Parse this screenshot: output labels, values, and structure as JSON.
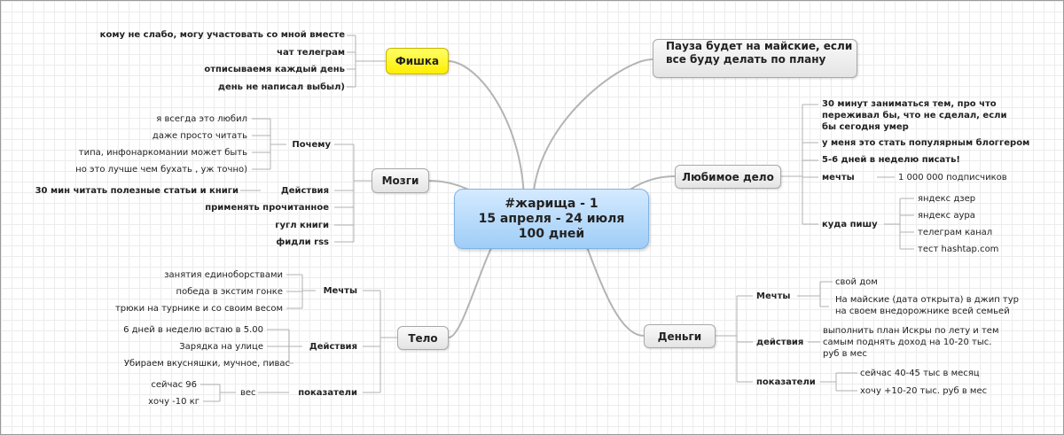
{
  "central": {
    "line1": "#жарища - 1",
    "line2": "15 апреля - 24 июля",
    "line3": "100 дней"
  },
  "fishka": {
    "label": "Фишка",
    "items": [
      "кому не слабо, могу участовать со мной вместе",
      "чат телеграм",
      "отписываемя каждый день",
      "день не написал выбыл)"
    ]
  },
  "pause": {
    "line1": "Пауза будет на майские, если",
    "line2": "все буду делать по плану"
  },
  "mozgi": {
    "label": "Мозги",
    "pochemu": {
      "label": "Почему",
      "items": [
        "я всегда это любил",
        "даже просто читать",
        "типа, инфонаркомании может быть",
        "но это лучше чем бухать , уж точно)"
      ]
    },
    "deystviya": {
      "label": "Действия",
      "item": "30 мин читать полезные статьи и книги"
    },
    "others": [
      "применять прочитанное",
      "гугл книги",
      "фидли rss"
    ]
  },
  "lyubimoe": {
    "label": "Любимое дело",
    "item1_line1": "30 минут заниматься тем, про что",
    "item1_line2": "переживал бы, что не сделал, если",
    "item1_line3": "бы сегодня умер",
    "item2": "у меня это стать популярным блоггером",
    "item3": "5-6 дней в неделю писать!",
    "mechty_label": "мечты",
    "mechty_item": "1 000 000 подписчиков",
    "kuda_label": "куда пишу",
    "kuda_items": [
      "яндекс дзер",
      "яндекс аура",
      "телеграм канал",
      "тест hashtap.com"
    ]
  },
  "telo": {
    "label": "Тело",
    "mechty": {
      "label": "Мечты",
      "items": [
        "занятия единоборствами",
        "победа в экстим гонке",
        "трюки на турнике и со своим весом"
      ]
    },
    "deystviya": {
      "label": "Действия",
      "items": [
        "6 дней в неделю встаю в 5.00",
        "Зарядка на улице",
        "Убираем вкусняшки, мучное, пивас"
      ]
    },
    "pokazateli": {
      "label": "показатели",
      "ves_label": "вес",
      "ves_items": [
        "сейчас 96",
        "хочу -10 кг"
      ]
    }
  },
  "dengi": {
    "label": "Деньги",
    "mechty": {
      "label": "Мечты",
      "item1": "свой дом",
      "item2_line1": "На майские (дата открыта) в джип тур",
      "item2_line2": "на своем внедорожнике всей семьей"
    },
    "deystviya": {
      "label": "действия",
      "line1": "выполнить план Искры по лету и тем",
      "line2": "самым поднять доход на 10-20 тыс.",
      "line3": "руб в мес"
    },
    "pokazateli": {
      "label": "показатели",
      "items": [
        "сейчас 40-45 тыс в месяц",
        "хочу +10-20 тыс. руб в мес"
      ]
    }
  }
}
